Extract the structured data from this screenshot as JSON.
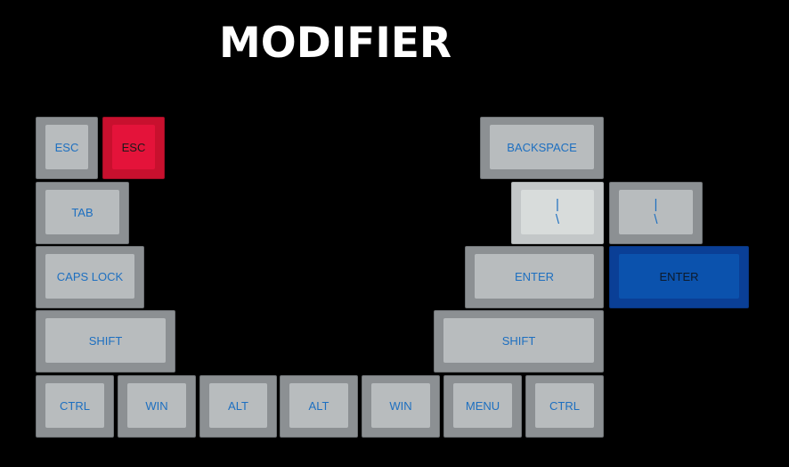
{
  "title": "MODIFIER",
  "colors": {
    "background": "#000000",
    "key_gray": "#b8bcbe",
    "legend_blue": "#1d6fc0",
    "accent_red": "#e4133a",
    "accent_blue": "#0b52ad",
    "accent_white": "#d8dcdb"
  },
  "keys": {
    "esc": "ESC",
    "esc_red": "ESC",
    "backspace": "BACKSPACE",
    "tab": "TAB",
    "backslash_top": "|",
    "backslash_bottom": "\\",
    "backslash2_top": "|",
    "backslash2_bottom": "\\",
    "caps_lock": "CAPS LOCK",
    "enter": "ENTER",
    "enter_blue": "ENTER",
    "shift_left": "SHIFT",
    "shift_right": "SHIFT",
    "ctrl_left": "CTRL",
    "win_left": "WIN",
    "alt_left": "ALT",
    "alt_right": "ALT",
    "win_right": "WIN",
    "menu": "MENU",
    "ctrl_right": "CTRL"
  }
}
